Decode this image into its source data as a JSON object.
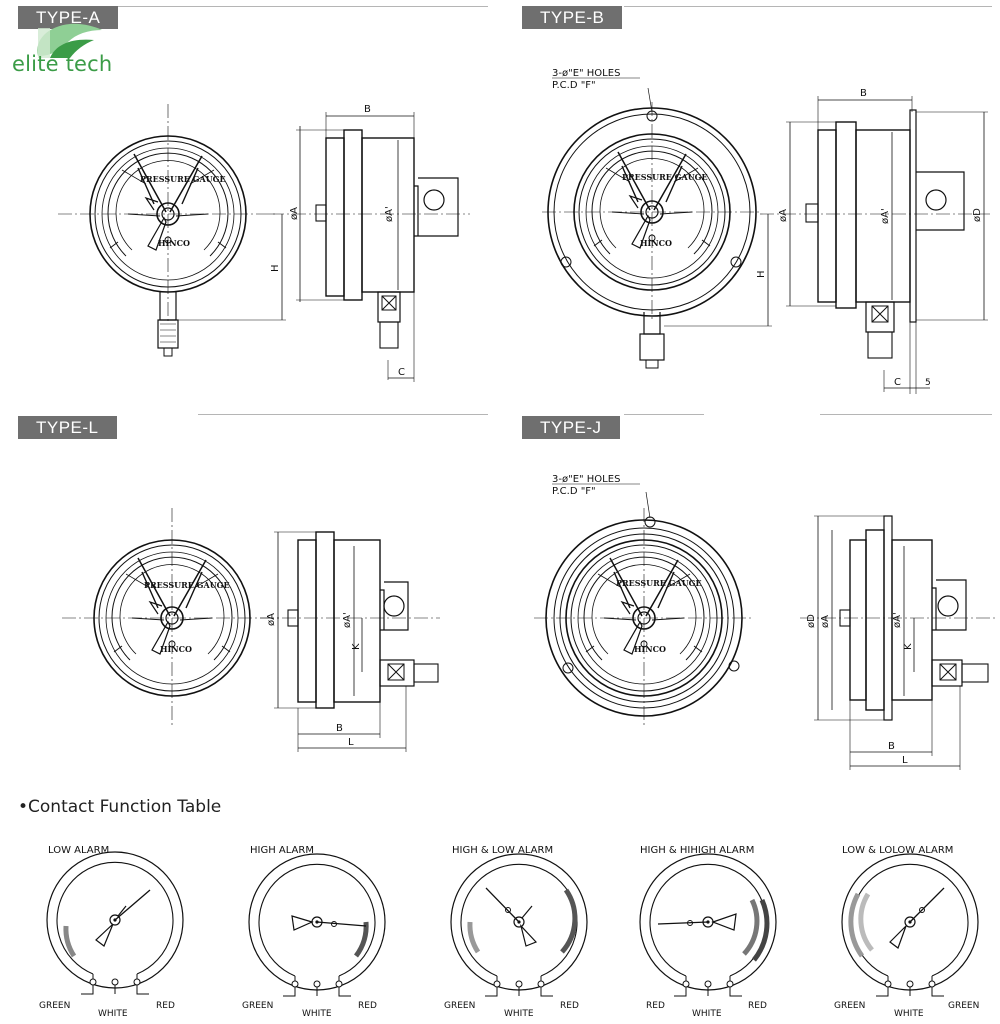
{
  "brand": {
    "logo_text": "elite tech"
  },
  "types": [
    {
      "id": "A",
      "label": "TYPE-A"
    },
    {
      "id": "B",
      "label": "TYPE-B"
    },
    {
      "id": "L",
      "label": "TYPE-L"
    },
    {
      "id": "J",
      "label": "TYPE-J"
    }
  ],
  "gauge_face": {
    "title": "PRESSURE GAUGE",
    "maker": "HINCO"
  },
  "dimensions": {
    "B": "B",
    "A": "øA",
    "A_prime": "øA'",
    "D": "øD",
    "H": "H",
    "C": "C",
    "K": "K",
    "L": "L",
    "five": "5",
    "holes_line1": "3-ø\"E\" HOLES",
    "holes_line2": "P.C.D \"F\""
  },
  "contact_table": {
    "title": "•Contact Function Table",
    "items": [
      {
        "name": "LOW ALARM",
        "left": "GREEN",
        "center": "WHITE",
        "right": "RED"
      },
      {
        "name": "HIGH ALARM",
        "left": "GREEN",
        "center": "WHITE",
        "right": "RED"
      },
      {
        "name": "HIGH & LOW ALARM",
        "left": "GREEN",
        "center": "WHITE",
        "right": "RED"
      },
      {
        "name": "HIGH & HIHIGH ALARM",
        "left": "RED",
        "center": "WHITE",
        "right": "RED"
      },
      {
        "name": "LOW & LOLOW ALARM",
        "left": "GREEN",
        "center": "WHITE",
        "right": "GREEN"
      }
    ]
  },
  "colors": {
    "tag_bg": "#6f6f6f",
    "logo_green": "#3b9c47",
    "line": "#111111",
    "band": "#555555"
  }
}
